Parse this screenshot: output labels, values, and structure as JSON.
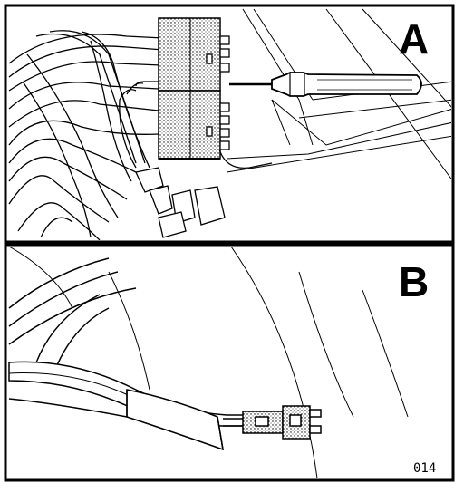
{
  "figure": {
    "panels": [
      {
        "id": "A",
        "label": "A"
      },
      {
        "id": "B",
        "label": "B"
      }
    ],
    "figure_number": "014",
    "colors": {
      "ink": "#000000",
      "paper": "#ffffff",
      "shade": "#d9d9d9"
    },
    "icons": [
      "screwdriver-icon",
      "connector-block-icon",
      "wire-bundle-icon",
      "plug-connector-icon"
    ]
  }
}
